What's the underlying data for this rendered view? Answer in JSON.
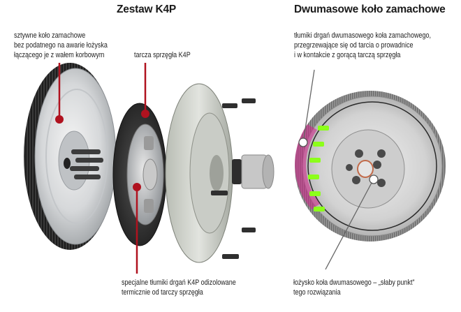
{
  "left_section": {
    "title": "Zestaw K4P",
    "labels": {
      "rigid_flywheel": [
        "sztywne koło zamachowe",
        "bez podatnego na awarie łożyska",
        "łączącego je z wałem korbowym"
      ],
      "clutch_disc": [
        "tarcza sprzęgła K4P"
      ],
      "dampers": [
        "specjalne tłumiki drgań K4P odizolowane",
        "termicznie od tarczy sprzęgła"
      ]
    }
  },
  "right_section": {
    "title": "Dwumasowe koło zamachowe",
    "labels": {
      "dmf_dampers": [
        "tłumiki drgań dwumasowego koła zamachowego,",
        "przegrzewające się od tarcia o prowadnice",
        "i w kontakcie z gorącą tarczą sprzęgła"
      ],
      "dmf_bearing": [
        "łożysko koła dwumasowego – „słaby punkt”",
        "tego rozwiązania"
      ]
    }
  },
  "colors": {
    "k4p_leader": "#b0121f",
    "dmf_leader": "#666666",
    "damper_highlight": "#8cff1a",
    "hot_zone": "#d4208a"
  }
}
